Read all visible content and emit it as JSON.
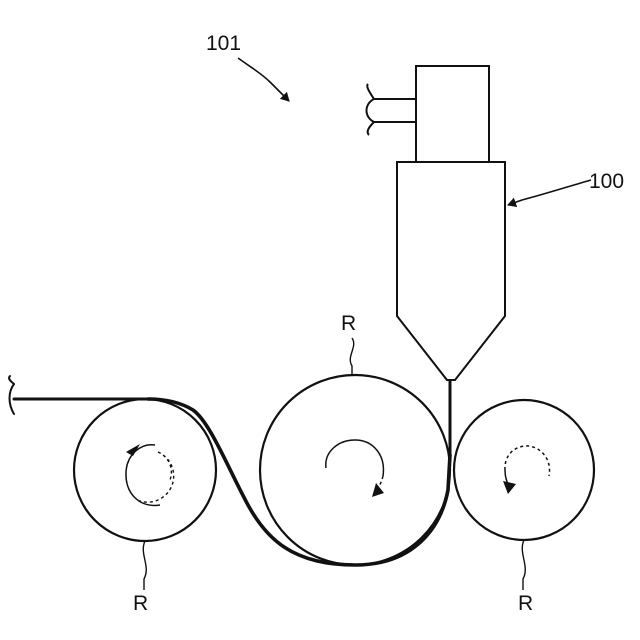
{
  "figure": {
    "labels": {
      "apparatus": "101",
      "nozzle": "100",
      "roller_top": "R",
      "roller_left": "R",
      "roller_right": "R"
    },
    "colors": {
      "ink": "#111111",
      "background": "#ffffff"
    }
  }
}
